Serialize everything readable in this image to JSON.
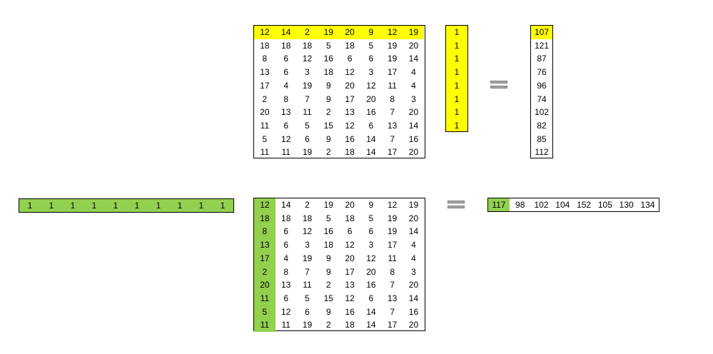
{
  "matrix": [
    [
      12,
      14,
      2,
      19,
      20,
      9,
      12,
      19
    ],
    [
      18,
      18,
      18,
      5,
      18,
      5,
      19,
      20
    ],
    [
      8,
      6,
      12,
      16,
      6,
      6,
      19,
      14
    ],
    [
      13,
      6,
      3,
      18,
      12,
      3,
      17,
      4
    ],
    [
      17,
      4,
      19,
      9,
      20,
      12,
      11,
      4
    ],
    [
      2,
      8,
      7,
      9,
      17,
      20,
      8,
      3
    ],
    [
      20,
      13,
      11,
      2,
      13,
      16,
      7,
      20
    ],
    [
      11,
      6,
      5,
      15,
      12,
      6,
      13,
      14
    ],
    [
      5,
      12,
      6,
      9,
      16,
      14,
      7,
      16
    ],
    [
      11,
      11,
      19,
      2,
      18,
      14,
      17,
      20
    ]
  ],
  "ones_column": [
    1,
    1,
    1,
    1,
    1,
    1,
    1,
    1
  ],
  "row_sums": [
    107,
    121,
    87,
    76,
    96,
    74,
    102,
    82,
    85,
    112
  ],
  "ones_row": [
    1,
    1,
    1,
    1,
    1,
    1,
    1,
    1,
    1,
    1
  ],
  "col_sums": [
    117,
    98,
    102,
    104,
    152,
    105,
    130,
    134
  ],
  "colors": {
    "yellow": "#ffff00",
    "green": "#92d050",
    "equals": "#a6a6a6"
  }
}
